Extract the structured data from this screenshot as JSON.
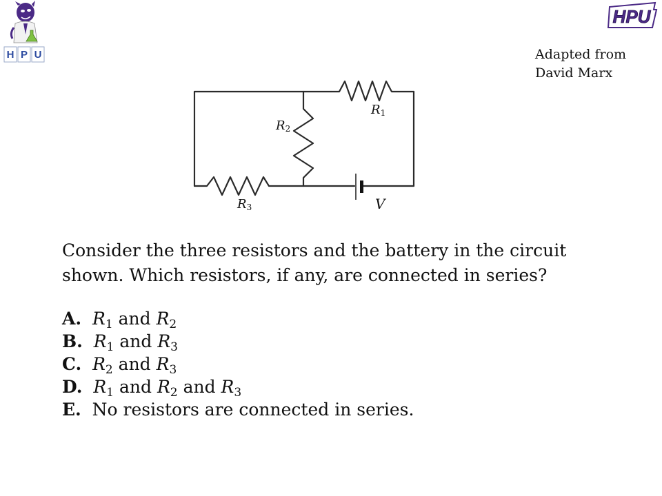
{
  "logos": {
    "mascot_letters": [
      "H",
      "P",
      "U"
    ],
    "top_right_text": "HPU"
  },
  "credit": {
    "line1": "Adapted from",
    "line2": "David Marx"
  },
  "circuit": {
    "labels": {
      "r1": "R",
      "r1_sub": "1",
      "r2": "R",
      "r2_sub": "2",
      "r3": "R",
      "r3_sub": "3",
      "battery": "V"
    }
  },
  "question": {
    "line1": "Consider the three resistors and the battery in the circuit",
    "line2": "shown.  Which resistors, if any, are connected in series?"
  },
  "options": [
    {
      "letter": "A.",
      "parts": [
        {
          "v": "R",
          "s": "1"
        },
        {
          "t": " and "
        },
        {
          "v": "R",
          "s": "2"
        }
      ]
    },
    {
      "letter": "B.",
      "parts": [
        {
          "v": "R",
          "s": "1"
        },
        {
          "t": " and "
        },
        {
          "v": "R",
          "s": "3"
        }
      ]
    },
    {
      "letter": "C.",
      "parts": [
        {
          "v": "R",
          "s": "2"
        },
        {
          "t": " and "
        },
        {
          "v": "R",
          "s": "3"
        }
      ]
    },
    {
      "letter": "D.",
      "parts": [
        {
          "v": "R",
          "s": "1"
        },
        {
          "t": " and "
        },
        {
          "v": "R",
          "s": "2"
        },
        {
          "t": " and "
        },
        {
          "v": "R",
          "s": "3"
        }
      ]
    },
    {
      "letter": "E.",
      "parts": [
        {
          "t": "No resistors are connected in series."
        }
      ]
    }
  ],
  "colors": {
    "purple": "#4b2a86",
    "wire": "#2a2a2a"
  }
}
